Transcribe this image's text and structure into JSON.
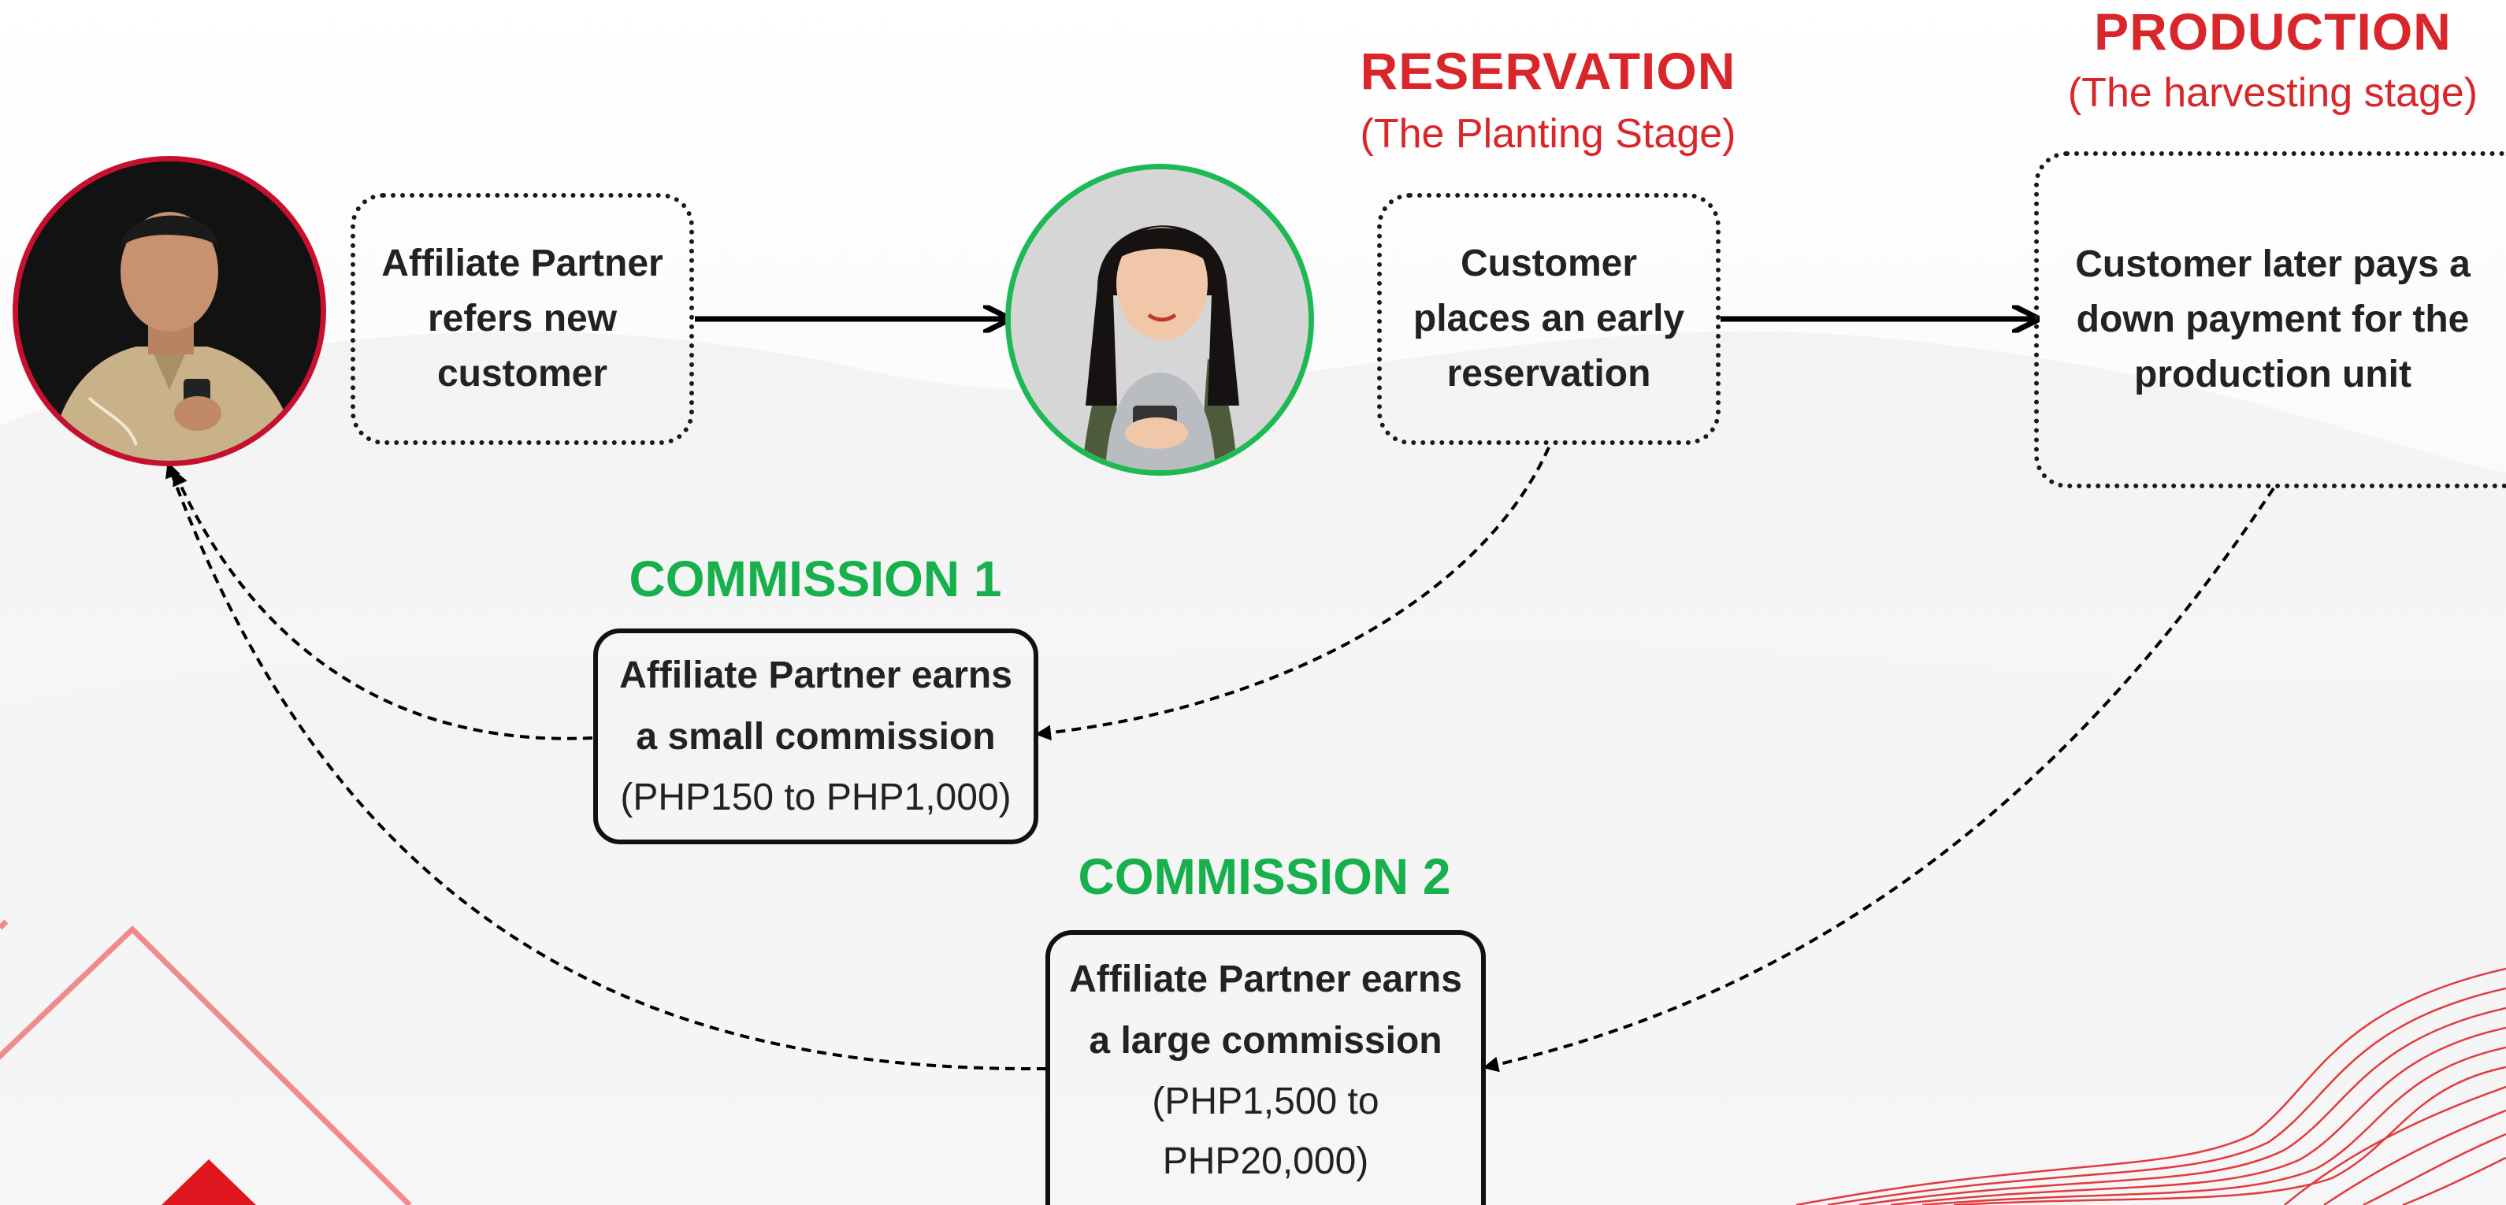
{
  "colors": {
    "accent_red": "#d9262a",
    "accent_green": "#17b04d",
    "avatar_man_border": "#c8102e",
    "avatar_woman_border": "#1db954",
    "text": "#222222"
  },
  "stages": {
    "reservation": {
      "title": "RESERVATION",
      "subtitle": "(The Planting Stage)"
    },
    "production": {
      "title": "PRODUCTION",
      "subtitle": "(The harvesting stage)"
    }
  },
  "nodes": {
    "refer": {
      "text": "Affiliate Partner refers new customer"
    },
    "reservation": {
      "text": "Customer places an early reservation"
    },
    "downpayment": {
      "text": "Customer later pays a down payment for the production unit"
    }
  },
  "commissions": {
    "c1": {
      "title": "COMMISSION 1",
      "text": "Affiliate Partner earns a small commission",
      "amount": "(PHP150 to PHP1,000)"
    },
    "c2": {
      "title": "COMMISSION 2",
      "text": "Affiliate Partner earns a large commission",
      "amount": "(PHP1,500 to PHP20,000)"
    }
  },
  "avatars": {
    "affiliate": {
      "icon": "affiliate-partner-photo"
    },
    "customer": {
      "icon": "customer-photo"
    }
  }
}
